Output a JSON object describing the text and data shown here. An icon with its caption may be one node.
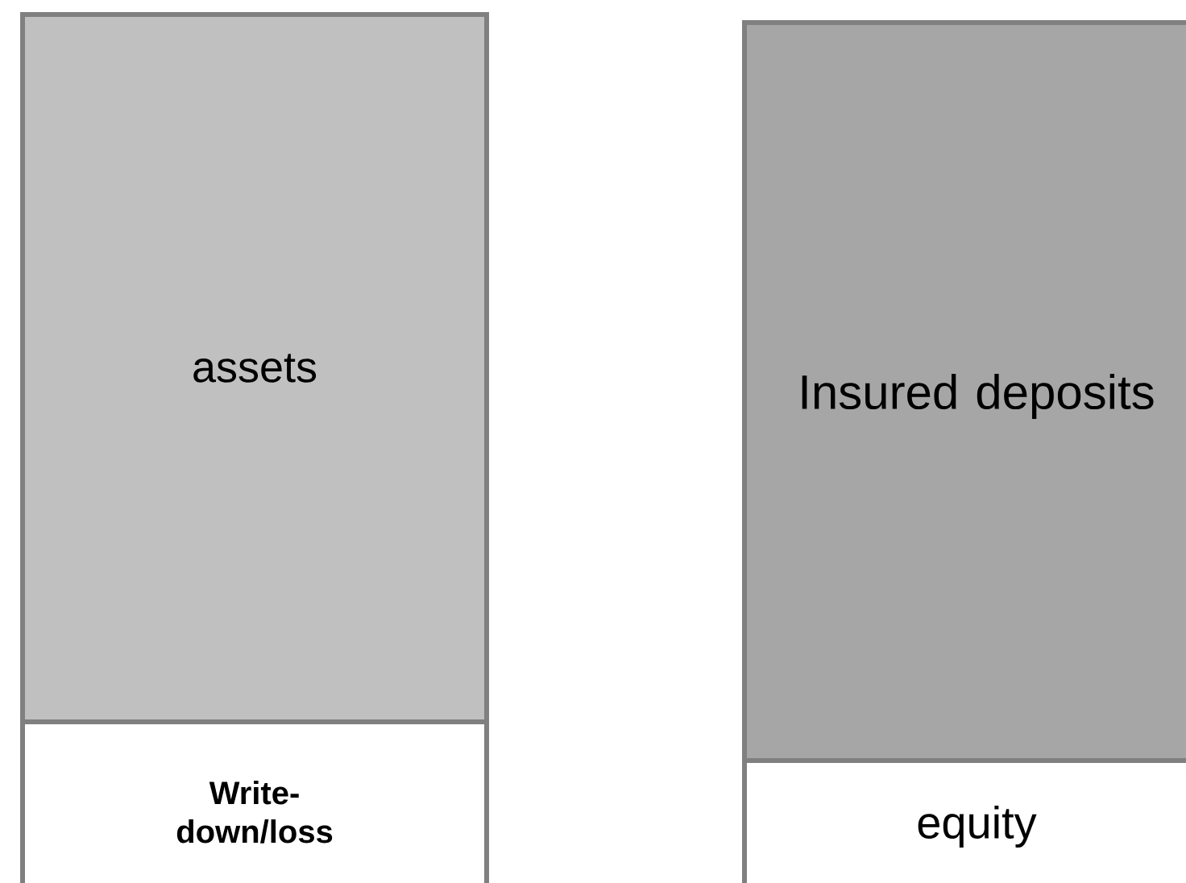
{
  "diagram": {
    "nodes": [
      {
        "text": [
          "assets"
        ]
      },
      {
        "text": [
          "Write-down/loss"
        ]
      },
      {
        "text": [
          "Insured deposits"
        ]
      },
      {
        "text": [
          "equity"
        ]
      }
    ]
  }
}
